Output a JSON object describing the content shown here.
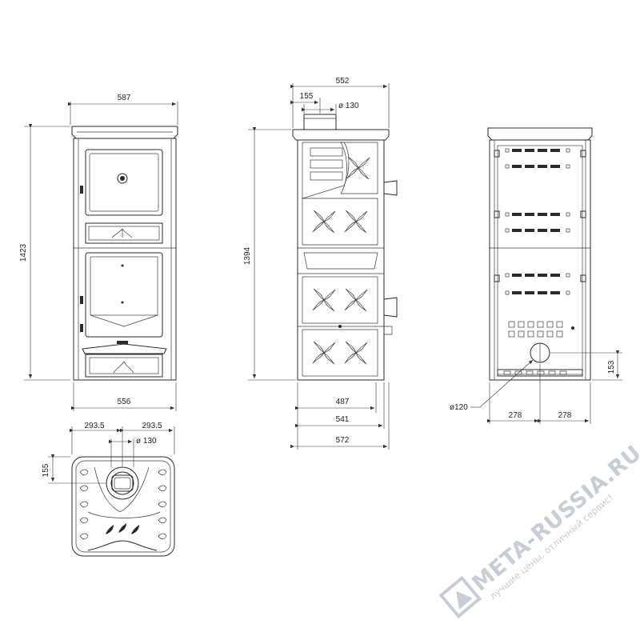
{
  "front_view": {
    "width_top": "587",
    "height": "1423",
    "width_base": "556"
  },
  "side_view": {
    "depth_top": "552",
    "flue_offset": "155",
    "flue_diameter_label": "ø 130",
    "height": "1394",
    "depth_1": "487",
    "depth_2": "541",
    "depth_3": "572"
  },
  "rear_view": {
    "flue_height": "153",
    "flue_diameter_label": "ø120",
    "half_left": "278",
    "half_right": "278"
  },
  "top_view": {
    "half_left": "293.5",
    "half_right": "293.5",
    "flue_diameter_label": "ø 130",
    "flue_offset": "155"
  },
  "watermark": {
    "brand": "META-RUSSIA.RU",
    "slogan": "лучшие цены, отличный сервис!",
    "color": "#c6ced8"
  }
}
